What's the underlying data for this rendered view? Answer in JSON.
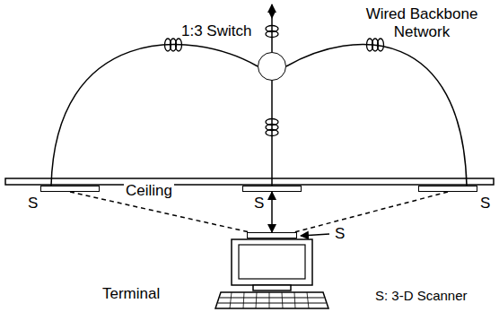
{
  "diagram": {
    "nodes": [
      {
        "text": [
          "1:3 Switch"
        ]
      },
      {
        "text": [
          "S"
        ]
      },
      {
        "text": [
          "S"
        ]
      },
      {
        "text": [
          "S"
        ]
      },
      {
        "text": [
          "S"
        ]
      }
    ],
    "edges": [
      {
        "from": 0,
        "to": 1,
        "arrow": "none"
      },
      {
        "from": 0,
        "to": 2,
        "arrow": "none"
      },
      {
        "from": 0,
        "to": 3,
        "arrow": "none"
      },
      {
        "from": 1,
        "to": 4,
        "arrow": "none"
      },
      {
        "from": 2,
        "to": 4,
        "arrow": "both"
      },
      {
        "from": 3,
        "to": 4,
        "arrow": "none"
      }
    ],
    "labels": [
      "Wired Backbone Network",
      "Ceiling",
      "Terminal",
      "S: 3-D Scanner"
    ]
  }
}
